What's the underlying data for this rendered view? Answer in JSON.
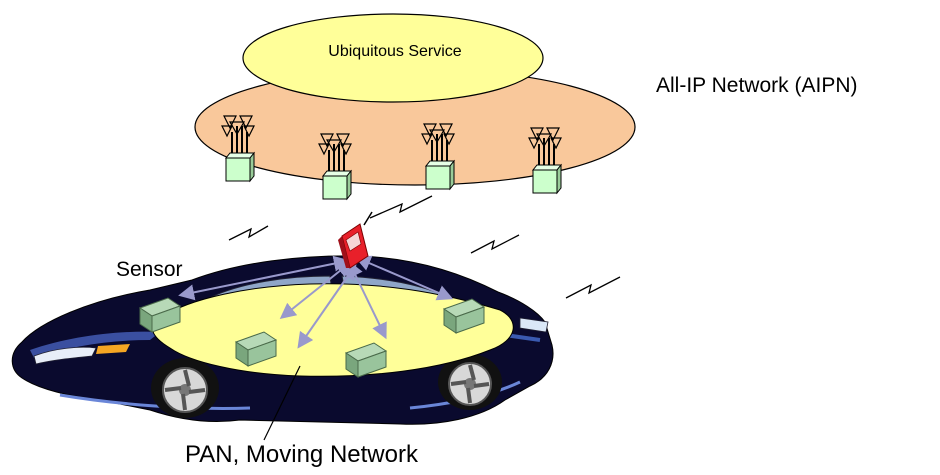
{
  "labels": {
    "service": "Ubiquitous Service",
    "network": "All-IP Network (AIPN)",
    "sensor": "Sensor",
    "pan": "PAN, Moving Network"
  },
  "colors": {
    "service_fill": "#ffff99",
    "network_fill": "#f9c89b",
    "node_fill": "#ccffcc",
    "sensor_fill": "#99c49c",
    "pan_fill": "#ffff99",
    "car_body": "#0a0a2e",
    "link_arrow": "#9999cc",
    "phone": "#e8202a"
  },
  "icons": {
    "base_station": "base-station-antenna-icon",
    "phone": "mobile-phone-icon",
    "car": "car-icon",
    "wireless": "wireless-link-icon"
  }
}
